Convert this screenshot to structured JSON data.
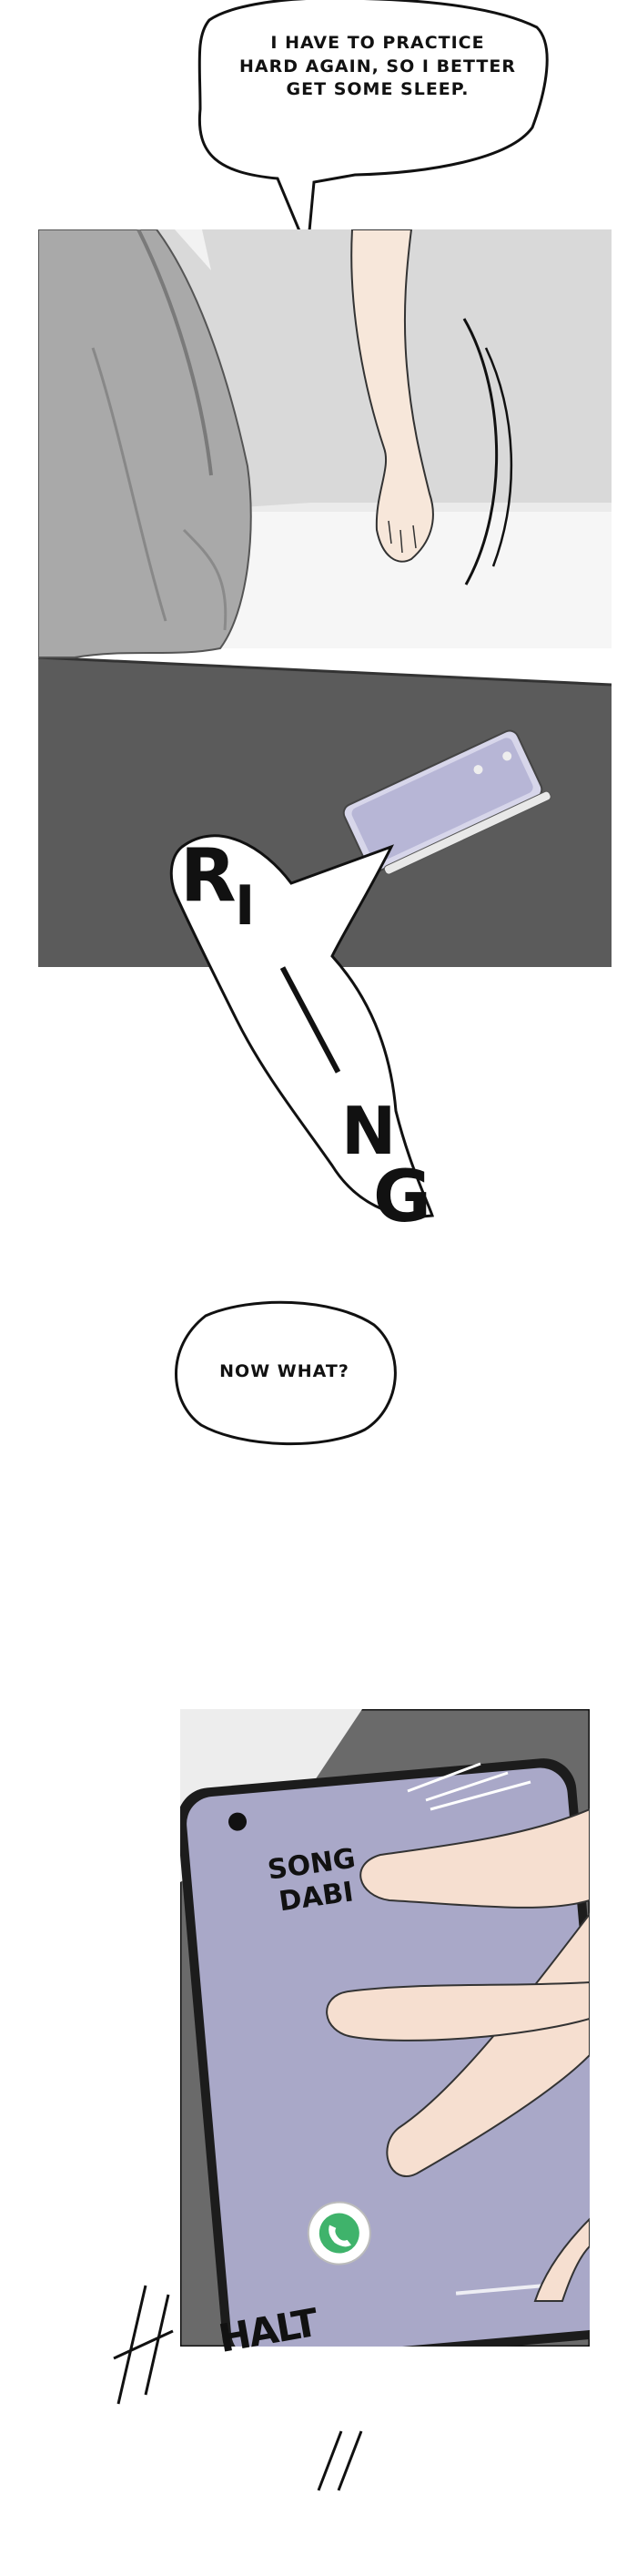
{
  "speech": {
    "top_lines": [
      "I HAVE TO PRACTICE",
      "HARD AGAIN, SO I BETTER",
      "GET SOME SLEEP."
    ],
    "middle": "NOW WHAT?"
  },
  "sfx": {
    "ring": [
      "R",
      "I",
      "N",
      "G"
    ],
    "halt": "HALT"
  },
  "phone": {
    "caller_line1": "SONG",
    "caller_line2": "DABI"
  },
  "colors": {
    "ink": "#111111",
    "table": "#5b5b5b",
    "phone_screen": "#a9a8c8",
    "call_green": "#3fb36b"
  }
}
